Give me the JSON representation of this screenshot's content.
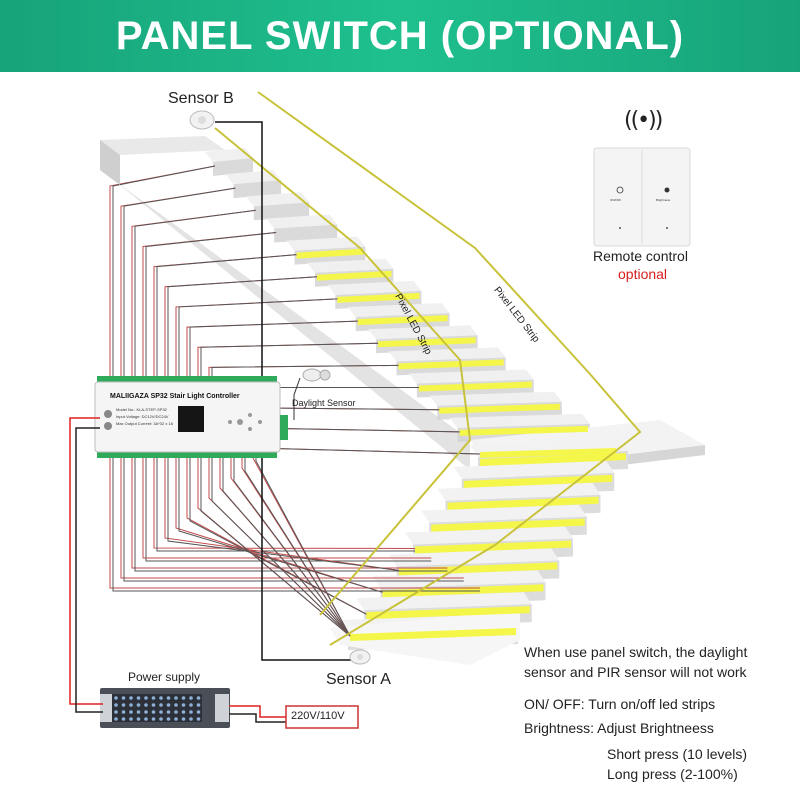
{
  "header": {
    "title": "PANEL SWITCH (OPTIONAL)"
  },
  "labels": {
    "sensor_b": "Sensor B",
    "sensor_a": "Sensor A",
    "daylight_sensor": "Daylight Sensor",
    "pixel_led_strip_1": "Pixel LED Strip",
    "pixel_led_strip_2": "Pixel LED Strip",
    "power_supply": "Power supply",
    "voltage": "220V/110V"
  },
  "controller": {
    "title": "MALIIGAZA SP32 Stair Light Controller",
    "model": "Model No.: KLA-STEP-SP32",
    "input_voltage": "Input Voltage: DC12V/DC24V",
    "max_output": "Max Output Current: 3A*32 x 16"
  },
  "remote": {
    "label": "Remote control",
    "note": "optional",
    "btn_left": "ON/OFF",
    "btn_right": "Brightness"
  },
  "info": {
    "line1": "When use panel switch, the daylight",
    "line2": "sensor and PIR sensor will not work",
    "onoff": "ON/ OFF: Turn on/off led strips",
    "brightness": "Brightness: Adjust Brightneess",
    "short_press": "Short press (10 levels)",
    "long_press": "Long press (2-100%)"
  },
  "colors": {
    "banner": "#1fb784",
    "led": "#f4f74a",
    "optional": "#d81e1e",
    "strip_wire": "#c8c23a"
  }
}
